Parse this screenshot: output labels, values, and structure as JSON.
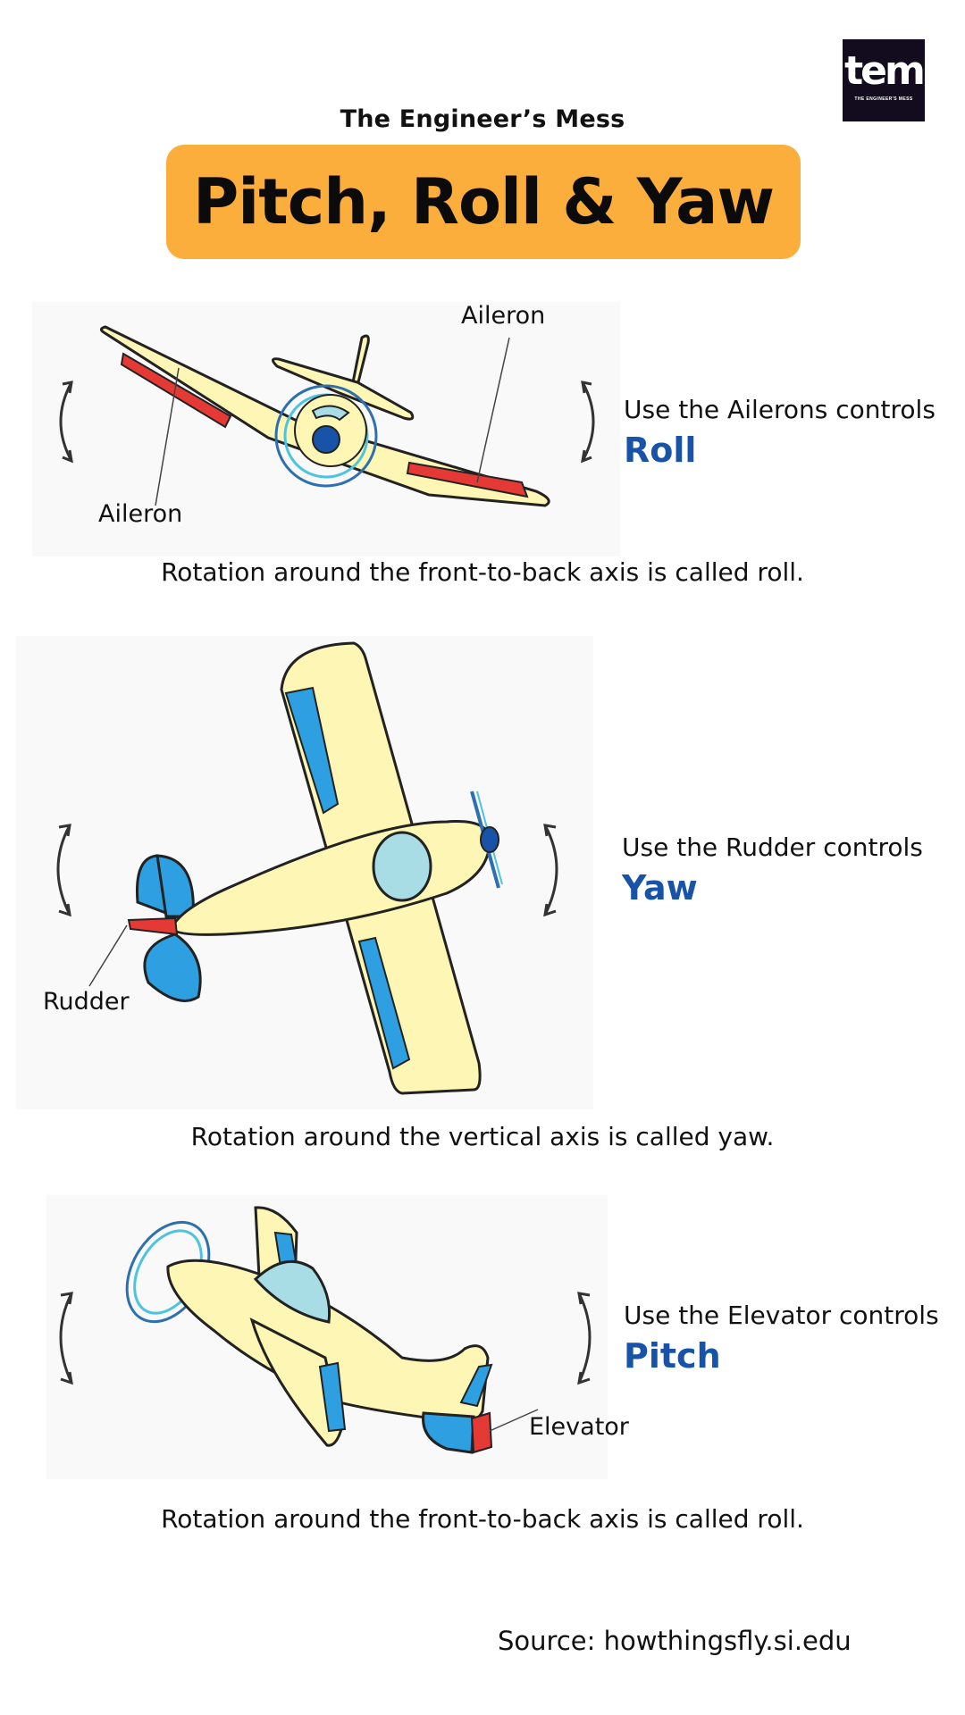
{
  "logo": {
    "text": "tem",
    "subtitle": "THE ENGINEER'S MESS"
  },
  "header": {
    "brand": "The Engineer’s Mess",
    "title": "Pitch, Roll & Yaw"
  },
  "roll": {
    "label_top": "Aileron",
    "label_bottom": "Aileron",
    "use_text": "Use the Ailerons controls",
    "axis": "Roll",
    "caption": "Rotation around the front-to-back axis is called roll."
  },
  "yaw": {
    "label": "Rudder",
    "use_text": "Use the Rudder controls",
    "axis": "Yaw",
    "caption": "Rotation around the vertical axis is called yaw."
  },
  "pitch": {
    "label": "Elevator",
    "use_text": "Use the Elevator controls",
    "axis": "Pitch",
    "caption": "Rotation around the front-to-back axis is called roll."
  },
  "footer": {
    "source": "Source: howthingsfly.si.edu"
  },
  "colors": {
    "title_bg": "#fbae3c",
    "axis_blue": "#1953a8",
    "plane_body": "#fdf6b4",
    "control_red": "#e53935",
    "control_blue": "#2e9fe0"
  }
}
